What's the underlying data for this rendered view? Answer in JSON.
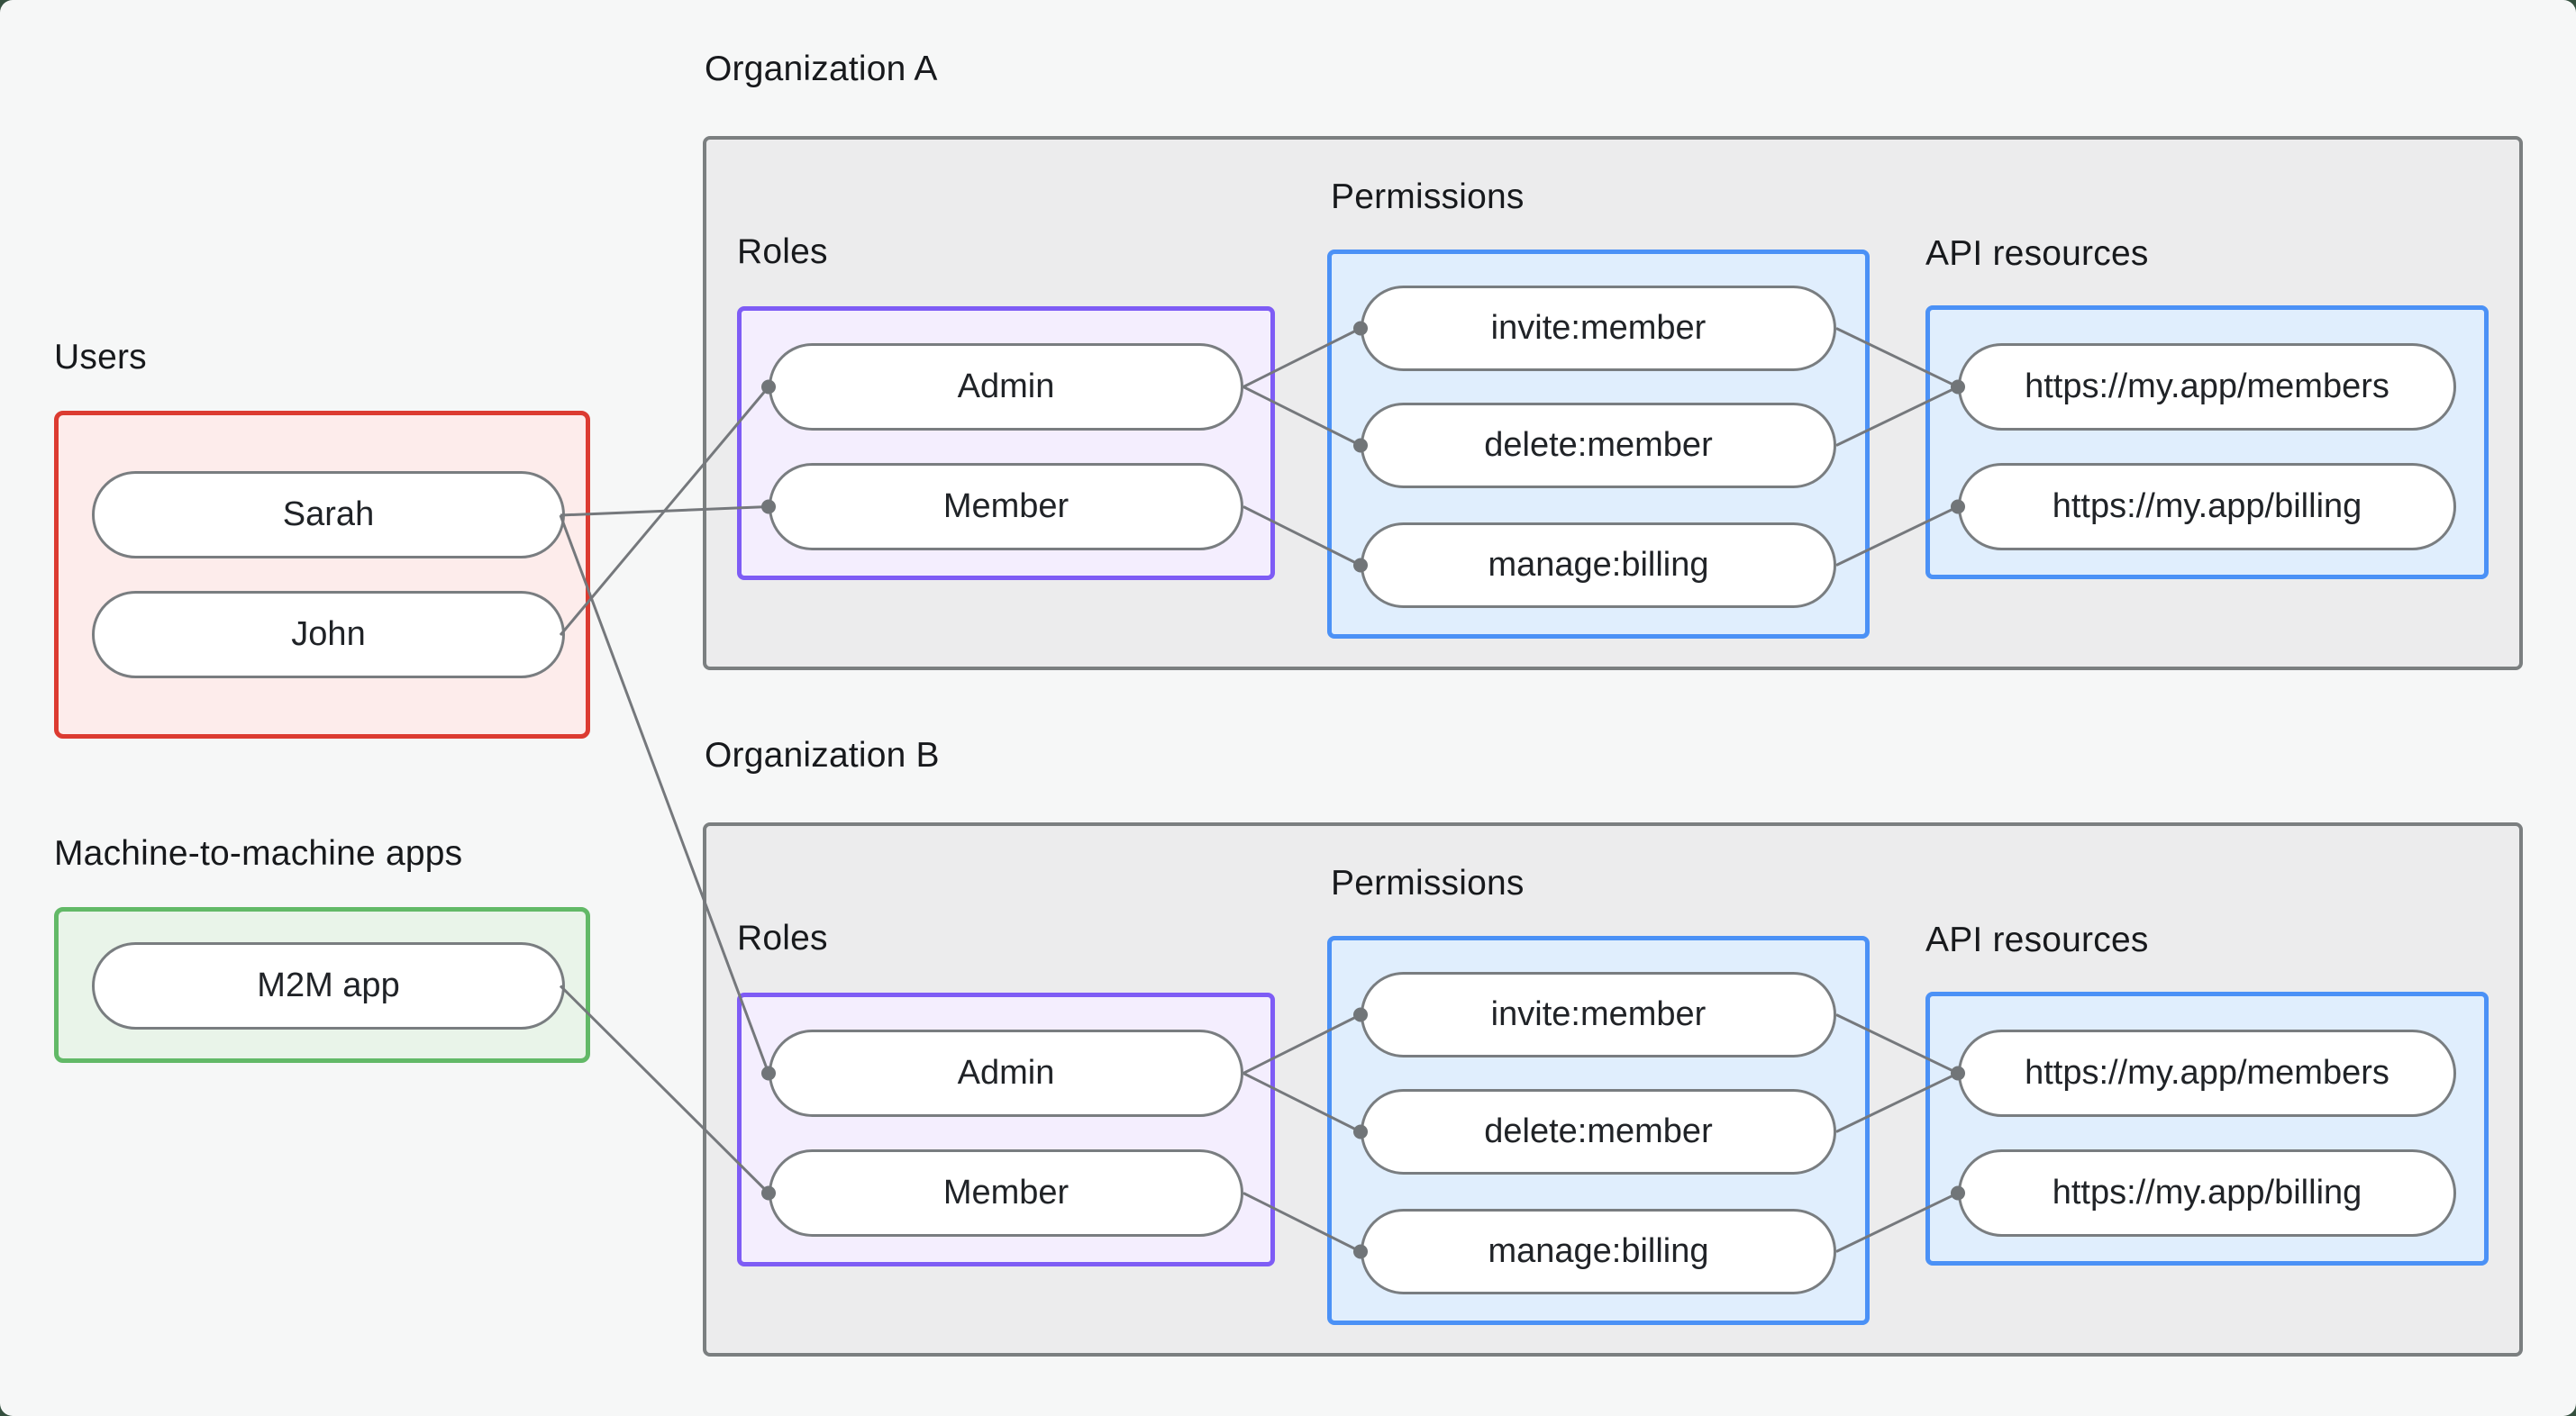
{
  "users": {
    "label": "Users",
    "items": [
      "Sarah",
      "John"
    ]
  },
  "m2m": {
    "label": "Machine-to-machine apps",
    "items": [
      "M2M app"
    ]
  },
  "orgs": [
    {
      "title": "Organization A",
      "roles": {
        "label": "Roles",
        "items": [
          "Admin",
          "Member"
        ]
      },
      "permissions": {
        "label": "Permissions",
        "items": [
          "invite:member",
          "delete:member",
          "manage:billing"
        ]
      },
      "api_resources": {
        "label": "API resources",
        "items": [
          "https://my.app/members",
          "https://my.app/billing"
        ]
      }
    },
    {
      "title": "Organization B",
      "roles": {
        "label": "Roles",
        "items": [
          "Admin",
          "Member"
        ]
      },
      "permissions": {
        "label": "Permissions",
        "items": [
          "invite:member",
          "delete:member",
          "manage:billing"
        ]
      },
      "api_resources": {
        "label": "API resources",
        "items": [
          "https://my.app/members",
          "https://my.app/billing"
        ]
      }
    }
  ],
  "connections": [
    {
      "from": "Sarah",
      "to": "Organization A / Member"
    },
    {
      "from": "John",
      "to": "Organization A / Admin"
    },
    {
      "from": "Sarah",
      "to": "Organization B / Admin"
    },
    {
      "from": "M2M app",
      "to": "Organization B / Member"
    },
    {
      "from": "Organization A / Admin",
      "to": "Organization A / invite:member"
    },
    {
      "from": "Organization A / Admin",
      "to": "Organization A / delete:member"
    },
    {
      "from": "Organization A / Member",
      "to": "Organization A / manage:billing"
    },
    {
      "from": "Organization A / invite:member",
      "to": "Organization A / https://my.app/members"
    },
    {
      "from": "Organization A / delete:member",
      "to": "Organization A / https://my.app/members"
    },
    {
      "from": "Organization A / manage:billing",
      "to": "Organization A / https://my.app/billing"
    },
    {
      "from": "Organization B / Admin",
      "to": "Organization B / invite:member"
    },
    {
      "from": "Organization B / Admin",
      "to": "Organization B / delete:member"
    },
    {
      "from": "Organization B / Member",
      "to": "Organization B / manage:billing"
    },
    {
      "from": "Organization B / invite:member",
      "to": "Organization B / https://my.app/members"
    },
    {
      "from": "Organization B / delete:member",
      "to": "Organization B / https://my.app/members"
    },
    {
      "from": "Organization B / manage:billing",
      "to": "Organization B / https://my.app/billing"
    }
  ],
  "colors": {
    "background": "#f6f7f7",
    "backdrop": "#35503f",
    "users_border": "#dc3b31",
    "users_fill": "#fdeceb",
    "m2m_border": "#62b967",
    "m2m_fill": "#e9f4e9",
    "org_border": "#7b7f80",
    "org_fill": "#ececed",
    "roles_border": "#7e5cf5",
    "roles_fill": "#f4eefe",
    "blue_border": "#4b91f6",
    "blue_fill": "#e0eefd",
    "pill_border": "#797d80",
    "wire": "#75787c",
    "text": "#17191c"
  }
}
